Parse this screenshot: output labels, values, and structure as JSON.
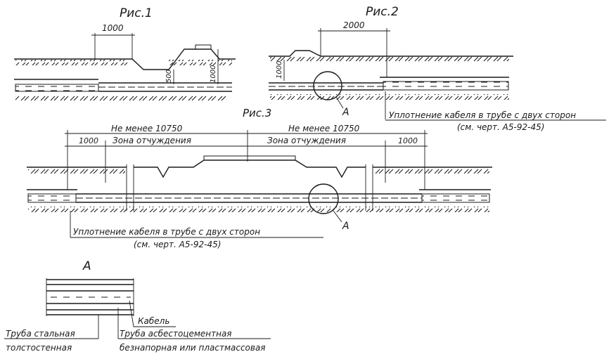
{
  "fig1": {
    "title": "Рис.1",
    "dim_top": "1000",
    "dim_v1": "500",
    "dim_v2": "1000"
  },
  "fig2": {
    "title": "Рис.2",
    "dim_top": "2000",
    "dim_v": "1000",
    "callout": "А",
    "note": "Уплотнение кабеля в трубе с двух сторон",
    "note_ref": "(см. черт. А5-92-45)"
  },
  "fig3": {
    "title": "Рис.3",
    "span_left": "Не менее 10750",
    "span_right": "Не менее 10750",
    "dim_left": "1000",
    "dim_right": "1000",
    "zone_left": "Зона отчуждения",
    "zone_right": "Зона отчуждения",
    "callout": "А",
    "note": "Уплотнение кабеля в трубе с двух сторон",
    "note_ref": "(см. черт. А5-92-45)"
  },
  "detail": {
    "title": "А",
    "cable": "Кабель",
    "steel_pipe_1": "Труба стальная",
    "steel_pipe_2": "толстостенная",
    "asbestos_1": "Труба асбестоцементная",
    "asbestos_2": "безнапорная или пластмассовая"
  }
}
